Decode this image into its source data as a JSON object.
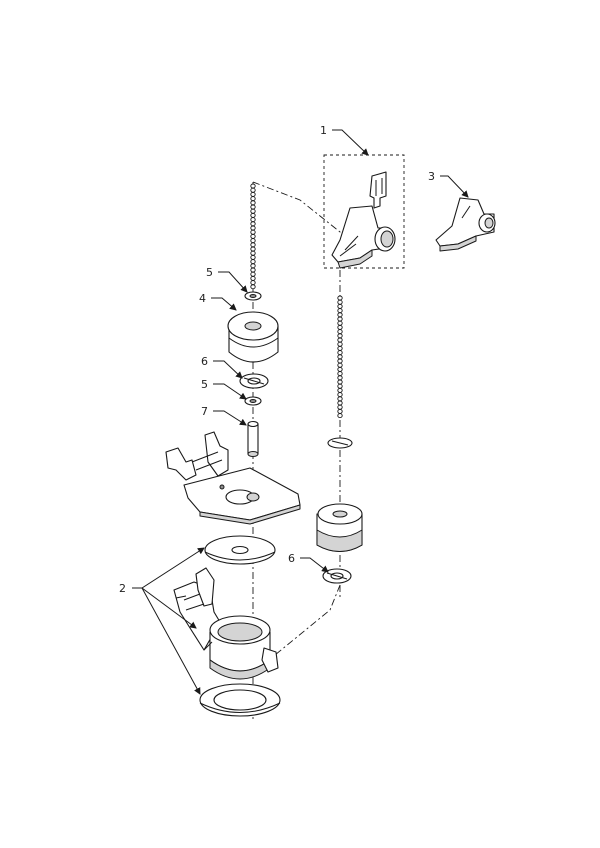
{
  "diagram": {
    "callouts": [
      "1",
      "2",
      "3",
      "4",
      "5",
      "5",
      "6",
      "6",
      "7"
    ]
  }
}
